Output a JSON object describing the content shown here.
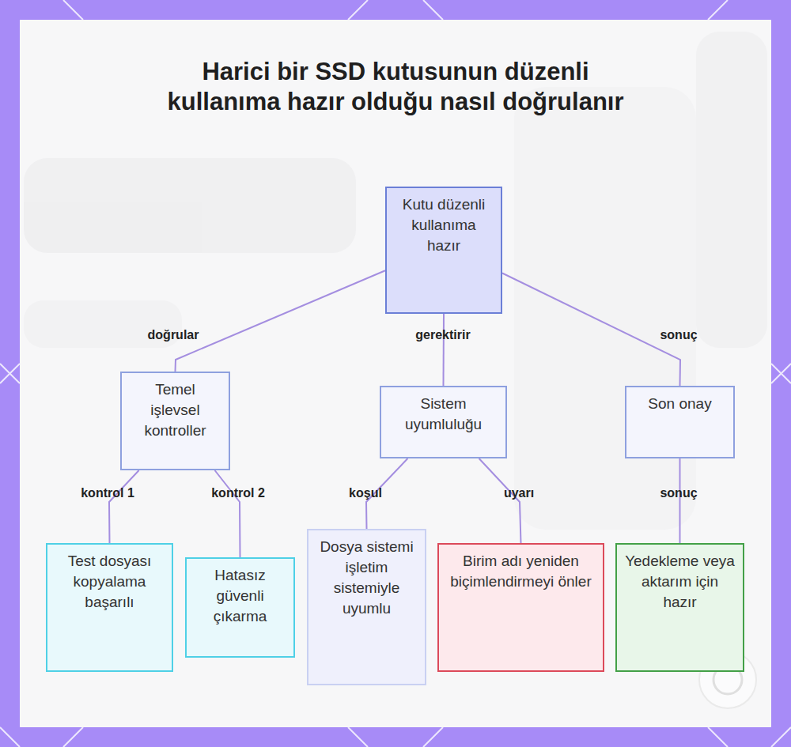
{
  "diagram": {
    "title": "Harici bir SSD kutusunun düzenli kullanıma hazır olduğu nasıl doğrulanır",
    "nodes": [
      {
        "text": [
          "Kutu düzenli kullanıma hazır"
        ]
      },
      {
        "text": [
          "Temel işlevsel kontroller"
        ]
      },
      {
        "text": [
          "Sistem uyumluluğu"
        ]
      },
      {
        "text": [
          "Son onay"
        ]
      },
      {
        "text": [
          "Test dosyası kopyalama başarılı"
        ]
      },
      {
        "text": [
          "Hatasız güvenli çıkarma"
        ]
      },
      {
        "text": [
          "Dosya sistemi işletim sistemiyle uyumlu"
        ]
      },
      {
        "text": [
          "Birim adı yeniden biçimlendirmeyi önler"
        ]
      },
      {
        "text": [
          "Yedekleme veya aktarım için hazır"
        ]
      }
    ],
    "edges": [
      {
        "from": 0,
        "to": 1,
        "label": "doğrular",
        "arrow": "none"
      },
      {
        "from": 0,
        "to": 2,
        "label": "gerektirir",
        "arrow": "none"
      },
      {
        "from": 0,
        "to": 3,
        "label": "sonuç",
        "arrow": "none"
      },
      {
        "from": 1,
        "to": 4,
        "label": "kontrol 1",
        "arrow": "none"
      },
      {
        "from": 1,
        "to": 5,
        "label": "kontrol 2",
        "arrow": "none"
      },
      {
        "from": 2,
        "to": 6,
        "label": "koşul",
        "arrow": "none"
      },
      {
        "from": 2,
        "to": 7,
        "label": "uyarı",
        "arrow": "none"
      },
      {
        "from": 3,
        "to": 8,
        "label": "sonuç",
        "arrow": "none"
      }
    ]
  }
}
